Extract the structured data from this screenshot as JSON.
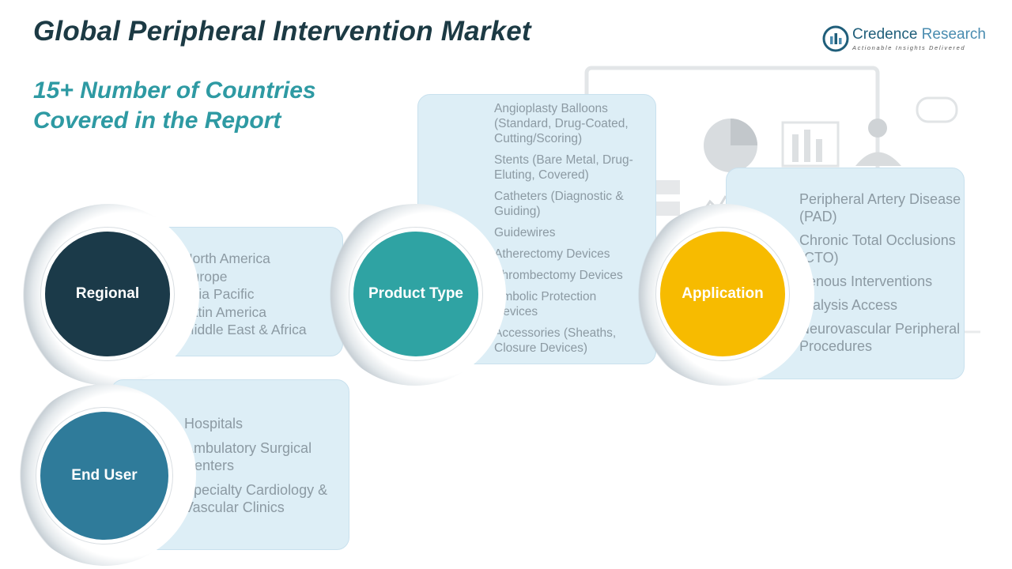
{
  "header": {
    "title": "Global Peripheral Intervention Market",
    "subtitle_line1": "15+ Number of Countries",
    "subtitle_line2": "Covered in the Report"
  },
  "logo": {
    "name_part1": "Credence",
    "name_part2": " Research",
    "tagline": "Actionable Insights Delivered",
    "icon": "credence-logo-icon"
  },
  "colors": {
    "regional": "#1b3a49",
    "product_type": "#2fa3a3",
    "application": "#f7bb00",
    "end_user": "#2f7b9a",
    "card": "#ddeef6",
    "title": "#1c3a44",
    "subtitle": "#2e9aa3"
  },
  "segments": {
    "regional": {
      "label": "Regional",
      "items": [
        "North America",
        "Europe",
        "Asia Pacific",
        "Latin America",
        "Middle East & Africa"
      ]
    },
    "product_type": {
      "label": "Product Type",
      "items": [
        "Angioplasty Balloons (Standard, Drug-Coated, Cutting/Scoring)",
        "Stents (Bare Metal, Drug-Eluting, Covered)",
        "Catheters (Diagnostic & Guiding)",
        "Guidewires",
        "Atherectomy Devices",
        "Thrombectomy Devices",
        "Embolic Protection Devices",
        "Accessories (Sheaths, Closure Devices)"
      ]
    },
    "application": {
      "label": "Application",
      "items": [
        "Peripheral Artery Disease (PAD)",
        "Chronic Total Occlusions (CTO)",
        "Venous Interventions",
        "Dialysis Access",
        "Neurovascular Peripheral Procedures"
      ]
    },
    "end_user": {
      "label": "End User",
      "items": [
        "Hospitals",
        "Ambulatory Surgical Centers",
        "Specialty Cardiology & Vascular Clinics"
      ]
    }
  }
}
